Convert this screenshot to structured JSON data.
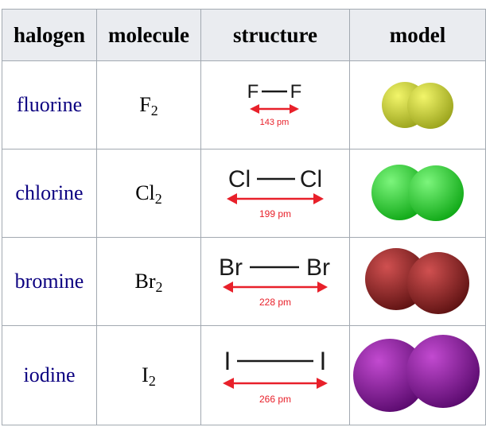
{
  "table": {
    "headers": [
      "halogen",
      "molecule",
      "structure",
      "model"
    ],
    "rows": [
      {
        "halogen": "fluorine",
        "symbol": "F",
        "subscript": "2",
        "atom1": "F",
        "atom2": "F",
        "distance": "143 pm",
        "color_light": "#f2f56a",
        "color_dark": "#9aa31c"
      },
      {
        "halogen": "chlorine",
        "symbol": "Cl",
        "subscript": "2",
        "atom1": "Cl",
        "atom2": "Cl",
        "distance": "199 pm",
        "color_light": "#7cf57c",
        "color_dark": "#0fa816"
      },
      {
        "halogen": "bromine",
        "symbol": "Br",
        "subscript": "2",
        "atom1": "Br",
        "atom2": "Br",
        "distance": "228 pm",
        "color_light": "#d05050",
        "color_dark": "#5e1212"
      },
      {
        "halogen": "iodine",
        "symbol": "I",
        "subscript": "2",
        "atom1": "I",
        "atom2": "I",
        "distance": "266 pm",
        "color_light": "#c24ad0",
        "color_dark": "#5a0a6e"
      }
    ]
  },
  "colors": {
    "link": "#0b0080",
    "header_bg": "#eaecf0",
    "border": "#a2a9b1",
    "distance_arrow": "#e8202a"
  }
}
